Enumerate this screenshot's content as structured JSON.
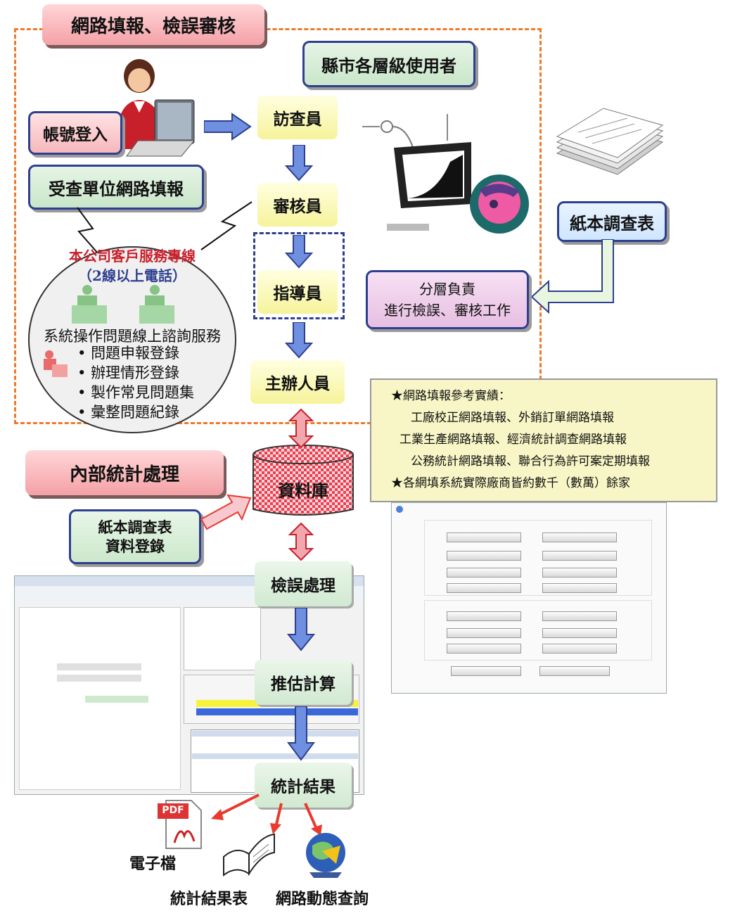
{
  "online_section": {
    "title": "網路填報、檢誤審核",
    "user_tiers": "縣市各層級使用者",
    "login": "帳號登入",
    "respondent_fill": "受查單位網路填報",
    "roles": [
      "訪查員",
      "審核員",
      "指導員",
      "主辦人員"
    ],
    "paper_form": "紙本調查表",
    "layered": [
      "分層負責",
      "進行檢誤、審核工作"
    ]
  },
  "service": {
    "title": "本公司客戶服務專線",
    "subtitle": "（2線以上電話）",
    "heading": "系統操作問題線上諮詢服務",
    "items": [
      "問題申報登錄",
      "辦理情形登錄",
      "製作常見問題集",
      "彙整問題紀錄"
    ]
  },
  "reference": {
    "lines": [
      "★網路填報參考實績：",
      "工廠校正網路填報、外銷訂單網路填報",
      "工業生產網路填報、經濟統計調查網路填報",
      "公務統計網路填報、聯合行為許可案定期填報",
      "★各網填系統實際廠商皆約數千（數萬）餘家"
    ]
  },
  "internal": {
    "title": "內部統計處理",
    "database": "資料庫",
    "paper_entry": [
      "紙本調查表",
      "資料登錄"
    ],
    "steps": [
      "檢誤處理",
      "推估計算",
      "統計結果"
    ],
    "outputs": [
      "電子檔",
      "統計結果表",
      "網路動態查詢"
    ],
    "pdf_label": "PDF"
  },
  "colors": {
    "dash": "#ee7a2a",
    "arrow_blue": "#6f8fe0",
    "arrow_pink": "#f2a6ae",
    "arrow_red": "#e83a2e"
  }
}
